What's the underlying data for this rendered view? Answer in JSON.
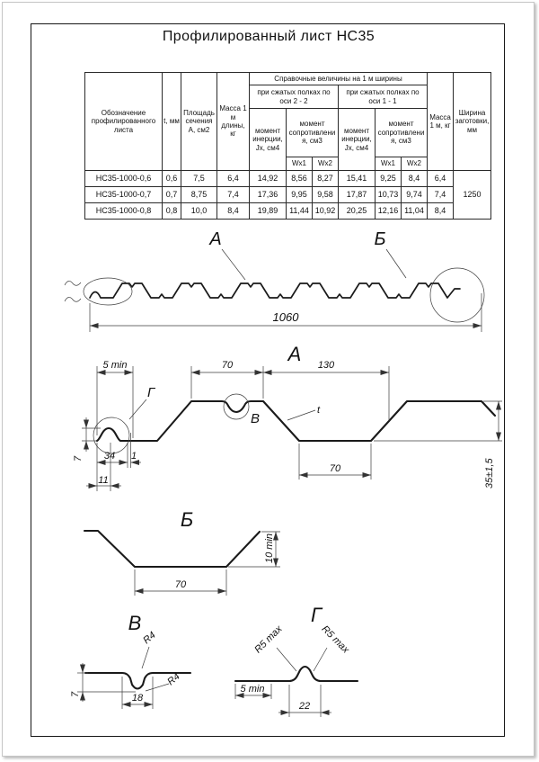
{
  "title": "Профилированный лист НС35",
  "table": {
    "headers": {
      "designation": "Обозначение профилированного листа",
      "thickness": "t, мм",
      "area": "Площадь сечения А, см2",
      "mass_per_m": "Масса 1 м длины, кг",
      "reference": "Справочные величины на 1 м ширины",
      "axis_2_2": "при сжатых полках по оси 2 - 2",
      "axis_1_1": "при сжатых полках по оси 1 - 1",
      "inertia": "момент инерции, Jx, см4",
      "resistance": "момент сопротивления, см3",
      "wx1": "Wx1",
      "wx2": "Wx2",
      "mass_per_m2": "Масса 1 м, кг",
      "blank_width": "Ширина заготовки, мм"
    },
    "rows": [
      {
        "name": "НС35-1000-0,6",
        "t": "0,6",
        "area": "7,5",
        "mass": "6,4",
        "j22": "14,92",
        "w22_1": "8,56",
        "w22_2": "8,27",
        "j11": "15,41",
        "w11_1": "9,25",
        "w11_2": "8,4",
        "mass2": "6,4"
      },
      {
        "name": "НС35-1000-0,7",
        "t": "0,7",
        "area": "8,75",
        "mass": "7,4",
        "j22": "17,36",
        "w22_1": "9,95",
        "w22_2": "9,58",
        "j11": "17,87",
        "w11_1": "10,73",
        "w11_2": "9,74",
        "mass2": "7,4"
      },
      {
        "name": "НС35-1000-0,8",
        "t": "0,8",
        "area": "10,0",
        "mass": "8,4",
        "j22": "19,89",
        "w22_1": "11,44",
        "w22_2": "10,92",
        "j11": "20,25",
        "w11_1": "12,16",
        "w11_2": "11,04",
        "mass2": "8,4"
      }
    ],
    "blank_width_value": "1250"
  },
  "overview": {
    "callout_a": "А",
    "callout_b": "Б",
    "dim_total": "1060"
  },
  "section_a": {
    "title": "А",
    "dim_edge": "5 min",
    "dim_top_flange": "70",
    "dim_pitch": "130",
    "label_g": "Г",
    "label_v": "В",
    "label_t": "t",
    "dim_7": "7",
    "dim_34": "34",
    "dim_1": "1",
    "dim_11": "11",
    "dim_bottom_flange": "70",
    "dim_height": "35±1,5"
  },
  "section_b": {
    "title": "Б",
    "dim_10": "10 min",
    "dim_70": "70"
  },
  "detail_v": {
    "title": "В",
    "r_top": "R4",
    "r_bottom": "R4",
    "dim_width": "18",
    "dim_depth": "7"
  },
  "detail_g": {
    "title": "Г",
    "r_left": "R5 max",
    "r_right": "R5 max",
    "dim_edge": "5 min",
    "dim_width": "22"
  }
}
